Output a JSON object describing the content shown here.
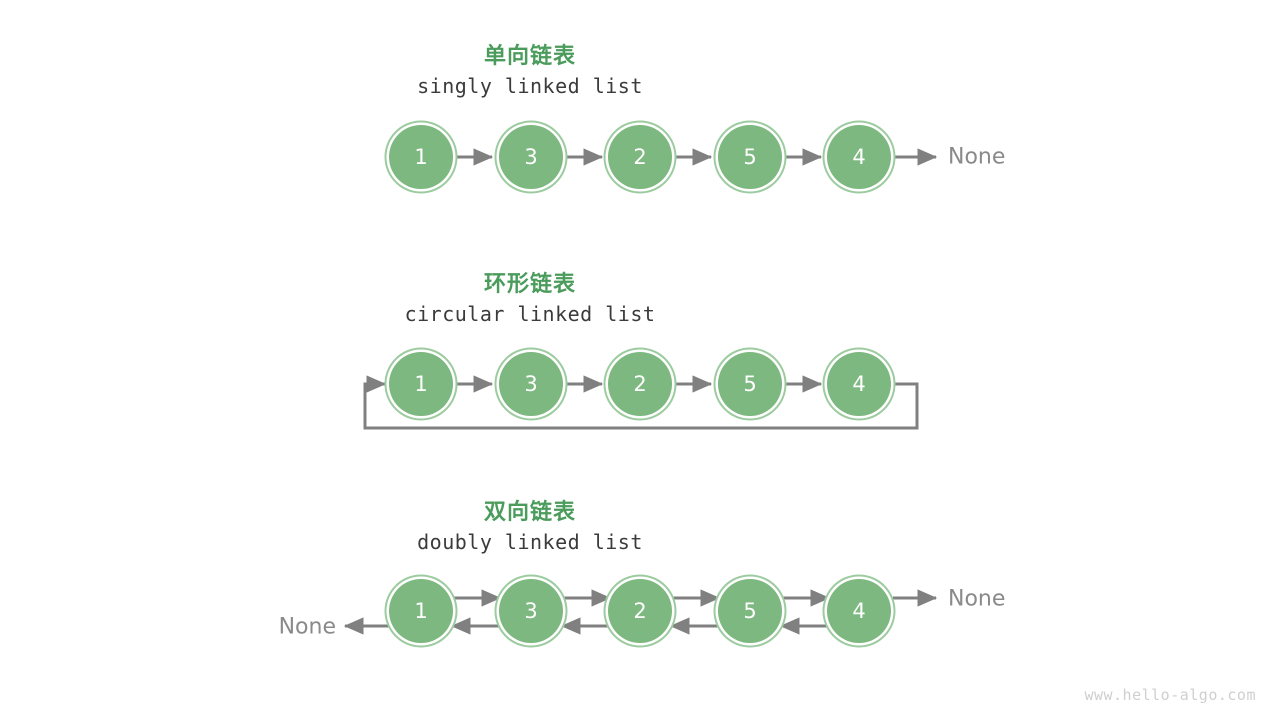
{
  "watermark": "www.hello-algo.com",
  "colors": {
    "node_fill": "#7cb87f",
    "node_ring": "#9ccb9f",
    "title_green": "#4b9c5c",
    "arrow_gray": "#808080",
    "subtitle_gray": "#3b3b3b",
    "none_gray": "#8a8a8a",
    "watermark_gray": "#cfcfcf",
    "background": "#ffffff"
  },
  "sections": [
    {
      "id": "singly",
      "title_cn": "单向链表",
      "title_en": "singly linked list",
      "nodes": [
        "1",
        "3",
        "2",
        "5",
        "4"
      ],
      "tail_label": "None",
      "head_label": null
    },
    {
      "id": "circular",
      "title_cn": "环形链表",
      "title_en": "circular linked list",
      "nodes": [
        "1",
        "3",
        "2",
        "5",
        "4"
      ],
      "tail_label": null,
      "head_label": null
    },
    {
      "id": "doubly",
      "title_cn": "双向链表",
      "title_en": "doubly linked list",
      "nodes": [
        "1",
        "3",
        "2",
        "5",
        "4"
      ],
      "tail_label": "None",
      "head_label": "None"
    }
  ]
}
